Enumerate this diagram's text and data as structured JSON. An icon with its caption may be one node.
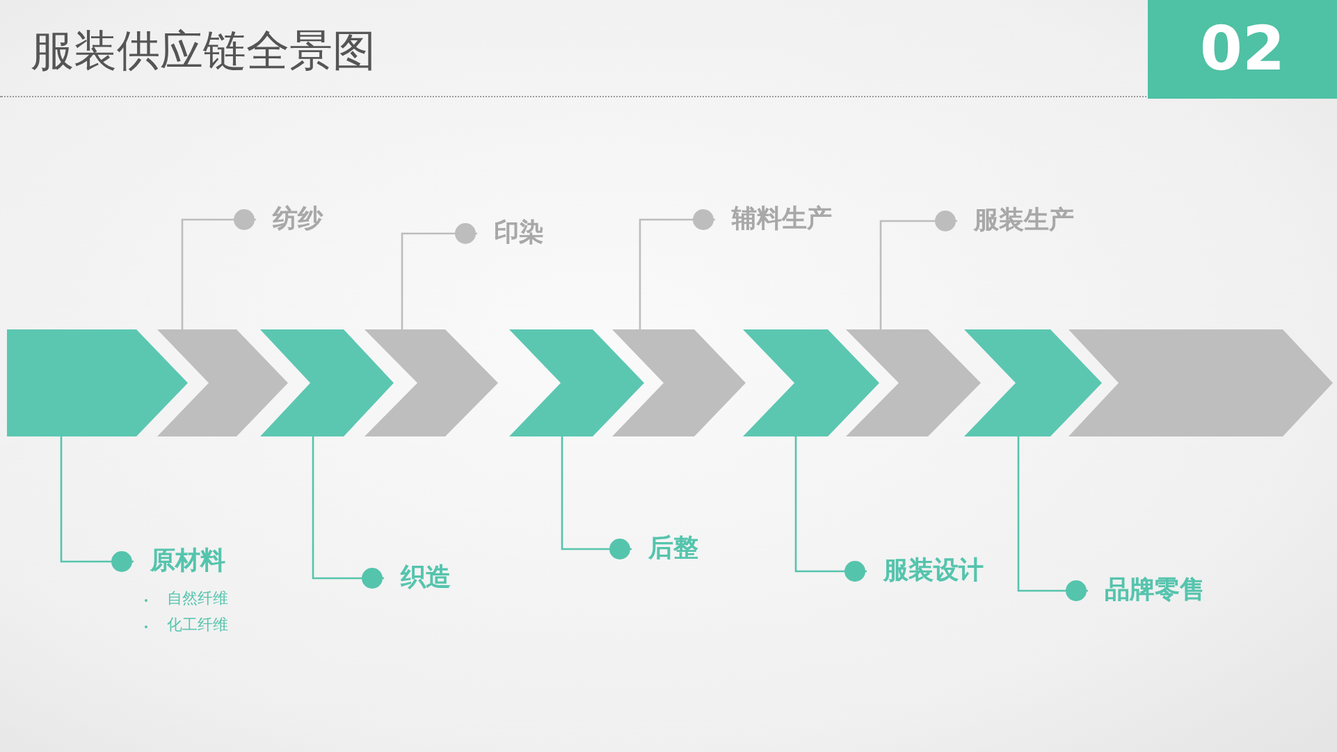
{
  "diagram": {
    "title": "服装供应链全景图",
    "nodes": [
      {
        "text": [
          "02"
        ]
      },
      {
        "text": [
          "纺纱"
        ]
      },
      {
        "text": [
          "印染"
        ]
      },
      {
        "text": [
          "辅料生产"
        ]
      },
      {
        "text": [
          "服装生产"
        ]
      },
      {
        "text": [],
        "shape": "chevron"
      },
      {
        "text": [],
        "shape": "chevron"
      },
      {
        "text": [],
        "shape": "chevron"
      },
      {
        "text": [],
        "shape": "chevron"
      },
      {
        "text": [],
        "shape": "chevron"
      },
      {
        "text": [],
        "shape": "chevron"
      },
      {
        "text": [],
        "shape": "chevron"
      },
      {
        "text": [],
        "shape": "chevron"
      },
      {
        "text": [],
        "shape": "chevron"
      },
      {
        "text": [],
        "shape": "chevron"
      },
      {
        "text": [
          "原材料"
        ],
        "beside": [
          "自然纤维",
          "化工纤维"
        ]
      },
      {
        "text": [
          "织造"
        ]
      },
      {
        "text": [
          "后整"
        ]
      },
      {
        "text": [
          "服装设计"
        ]
      },
      {
        "text": [
          "品牌零售"
        ]
      }
    ],
    "edges": [
      {
        "from": 1,
        "to": 6,
        "arrow": "other",
        "color": "#bdbdbd"
      },
      {
        "from": 2,
        "to": 8,
        "arrow": "other",
        "color": "#bdbdbd"
      },
      {
        "from": 3,
        "to": 10,
        "arrow": "other",
        "color": "#bdbdbd"
      },
      {
        "from": 4,
        "to": 12,
        "arrow": "other",
        "color": "#bdbdbd"
      },
      {
        "from": 15,
        "to": 5,
        "arrow": "other",
        "color": "#55c4ad"
      },
      {
        "from": 16,
        "to": 7,
        "arrow": "other",
        "color": "#55c4ad"
      },
      {
        "from": 17,
        "to": 9,
        "arrow": "other",
        "color": "#55c4ad"
      },
      {
        "from": 18,
        "to": 11,
        "arrow": "other",
        "color": "#55c4ad"
      },
      {
        "from": 19,
        "to": 13,
        "arrow": "other",
        "color": "#55c4ad"
      }
    ]
  }
}
